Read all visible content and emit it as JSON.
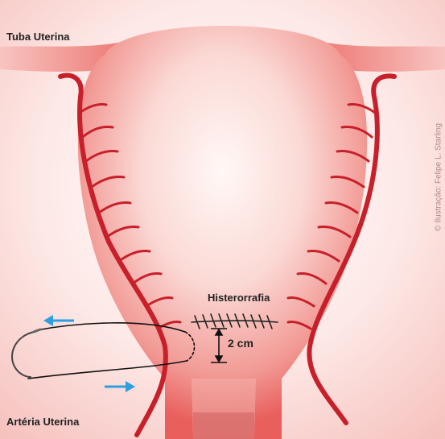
{
  "labels": {
    "tube": "Tuba Uterina",
    "artery": "Artéria Uterina",
    "hysterorrhaphy": "Histerorrafia",
    "distance": "2 cm"
  },
  "credit": "© Ilustração: Felipe L. Starling",
  "colors": {
    "artery": "#c8202a",
    "uterus_center": "#fff6f4",
    "uterus_edge": "#ec6a68",
    "background_glow": "#f7c9c6",
    "arrow": "#2f9ee0",
    "suture": "#222222"
  },
  "icons": [
    "left-arrow-icon",
    "right-arrow-icon",
    "needle-icon"
  ]
}
